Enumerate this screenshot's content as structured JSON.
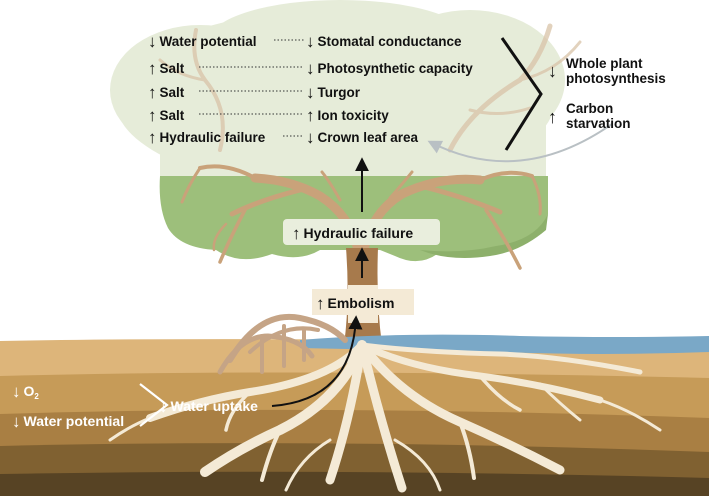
{
  "arrows": {
    "up": "↑",
    "down": "↓"
  },
  "effects": [
    {
      "cause": "Water potential",
      "cause_dir": "down",
      "effect": "Stomatal conductance",
      "effect_dir": "down"
    },
    {
      "cause": "Salt",
      "cause_dir": "up",
      "effect": "Photosynthetic capacity",
      "effect_dir": "down"
    },
    {
      "cause": "Salt",
      "cause_dir": "up",
      "effect": "Turgor",
      "effect_dir": "down"
    },
    {
      "cause": "Salt",
      "cause_dir": "up",
      "effect": "Ion toxicity",
      "effect_dir": "up"
    },
    {
      "cause": "Hydraulic failure",
      "cause_dir": "up",
      "effect": "Crown leaf area",
      "effect_dir": "down"
    }
  ],
  "outcomes": {
    "photosynthesis": {
      "dir": "down",
      "line1": "Whole plant",
      "line2": "photosynthesis"
    },
    "carbon": {
      "dir": "up",
      "line1": "Carbon",
      "line2": "starvation"
    }
  },
  "trunk": {
    "hydraulic_failure": {
      "dir": "up",
      "label": "Hydraulic failure"
    },
    "embolism": {
      "dir": "up",
      "label": "Embolism"
    }
  },
  "soil": {
    "o2": {
      "dir": "down",
      "label": "O",
      "sub": "2"
    },
    "water_potential": {
      "dir": "down",
      "label": "Water potential"
    },
    "water_uptake": {
      "dir": "down",
      "label": "Water uptake"
    }
  },
  "colors": {
    "canopy_light": "#e6ecd9",
    "canopy_green": "#9dbf7b",
    "branch": "#c9a27a",
    "trunk": "#a77a4c",
    "roots": "#f4ead6",
    "water": "#7aa8c7",
    "soil_1": "#ddb57a",
    "soil_2": "#c69b58",
    "soil_3": "#a97f43",
    "soil_4": "#806131",
    "soil_5": "#574324"
  }
}
